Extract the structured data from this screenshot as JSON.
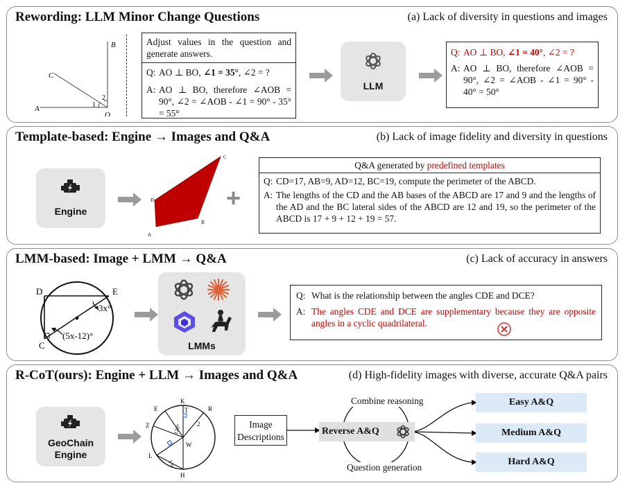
{
  "panel_a": {
    "title": "Rewording: LLM Minor Change Questions",
    "note": "(a) Lack of diversity  in questions and images",
    "fig_labels": {
      "B": "B",
      "C": "C",
      "A": "A",
      "O": "O",
      "one": "1",
      "two": "2"
    },
    "instruction": "Adjust values in the question and generate answers.",
    "q_prefix": "Q:",
    "q_text": "AO ⊥ BO, ",
    "q_bold": "∠1 = 35°",
    "q_rest": ", ∠2 = ?",
    "a_prefix": "A:",
    "a_text": "AO ⊥ BO, therefore ∠AOB = 90°, ∠2 = ∠AOB - ∠1 = 90° - 35° = 55°",
    "llm_label": "LLM",
    "out_q_prefix": "Q:",
    "out_q_text": "AO ⊥ BO, ",
    "out_q_bold": "∠1 = 40°",
    "out_q_rest": ", ∠2 = ?",
    "out_a_prefix": "A:",
    "out_a_text": "AO ⊥ BO, therefore ∠AOB = 90°, ∠2 = ∠AOB - ∠1 = 90° - 40° = 50°"
  },
  "panel_b": {
    "title": "Template-based: Engine → Images and Q&A",
    "note": "(b) Lack of image fidelity and diversity in questions",
    "engine_label": "Engine",
    "fig_labels": {
      "A": "A",
      "B": "B",
      "C": "C",
      "D": "D"
    },
    "plus": "+",
    "header_pre": "Q&A generated by ",
    "header_red": "predefined templates",
    "q_prefix": "Q:",
    "q_text": "CD=17, AB=9, AD=12, BC=19, compute the perimeter of the ABCD.",
    "a_prefix": "A:",
    "a_text": "The lengths of the CD and the AB bases of the ABCD are 17 and 9 and the lengths of the AD and the BC lateral sides of the ABCD are 12 and 19, so the perimeter of the ABCD is 17 + 9 + 12 + 19 = 57."
  },
  "panel_c": {
    "title": "LMM-based: Image + LMM → Q&A",
    "note": "(c) Lack of accuracy in answers",
    "fig_labels": {
      "D": "D",
      "E": "E",
      "C": "C",
      "angle1": "3x°",
      "angle2": "(5x-12)°"
    },
    "lmm_label": "LMMs",
    "q_prefix": "Q:",
    "q_text": "What is the relationship between the angles CDE and DCE?",
    "a_prefix": "A:",
    "a_text": "The angles CDE and DCE are supplementary because they are opposite angles in a cyclic quadrilateral."
  },
  "panel_d": {
    "title": "R-CoT(ours): Engine + LLM → Images and Q&A",
    "note": "(d) High-fidelity images with diverse, accurate Q&A pairs",
    "engine_label_1": "GeoChain",
    "engine_label_2": "Engine",
    "fig_labels": {
      "E": "E",
      "K": "K",
      "R": "R",
      "T": "T",
      "Z": "Z",
      "W": "W",
      "L": "L",
      "H": "H",
      "angle": "120°",
      "two": "2",
      "len": "1.6"
    },
    "image_desc_1": "Image",
    "image_desc_2": "Descriptions",
    "reverse": "Reverse A&Q",
    "combine": "Combine reasoning",
    "question_gen": "Question generation",
    "easy": "Easy A&Q",
    "medium": "Medium A&Q",
    "hard": "Hard A&Q"
  },
  "colors": {
    "accent_red": "#c00000",
    "panel_border": "#8c8c8c",
    "gray_box": "#e5e5e5",
    "blue_box": "#dce9f7",
    "shape_red": "#c00000"
  }
}
